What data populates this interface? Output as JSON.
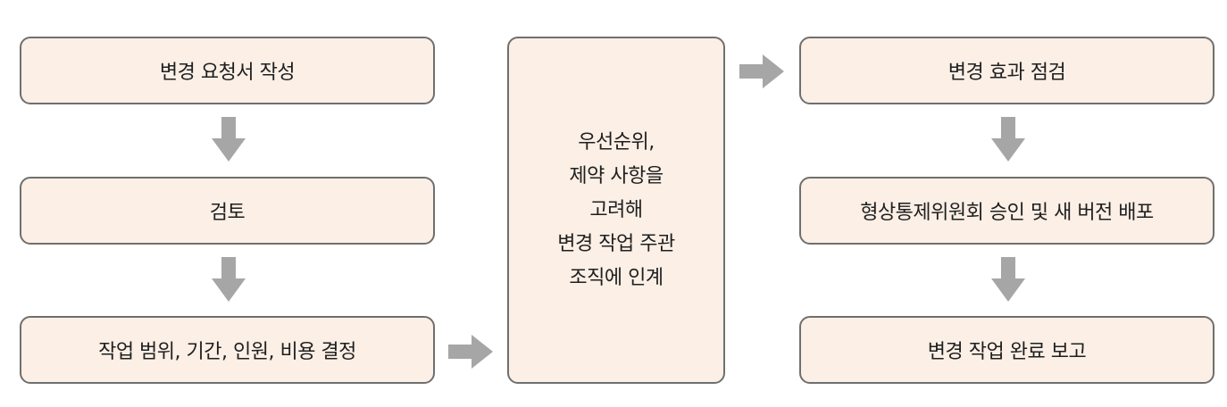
{
  "left_column": [
    "변경 요청서 작성",
    "검토",
    "작업 범위, 기간, 인원, 비용 결정"
  ],
  "center_box": [
    "우선순위,",
    "제약 사항을",
    "고려해",
    "변경 작업 주관",
    "조직에 인계"
  ],
  "right_column": [
    "변경 효과 점검",
    "형상통제위원회 승인 및 새 버전 배포",
    "변경 작업 완료 보고"
  ],
  "colors": {
    "box_fill": "#fbefe6",
    "box_border": "#6f6f6f",
    "arrow": "#a6a6a6"
  }
}
